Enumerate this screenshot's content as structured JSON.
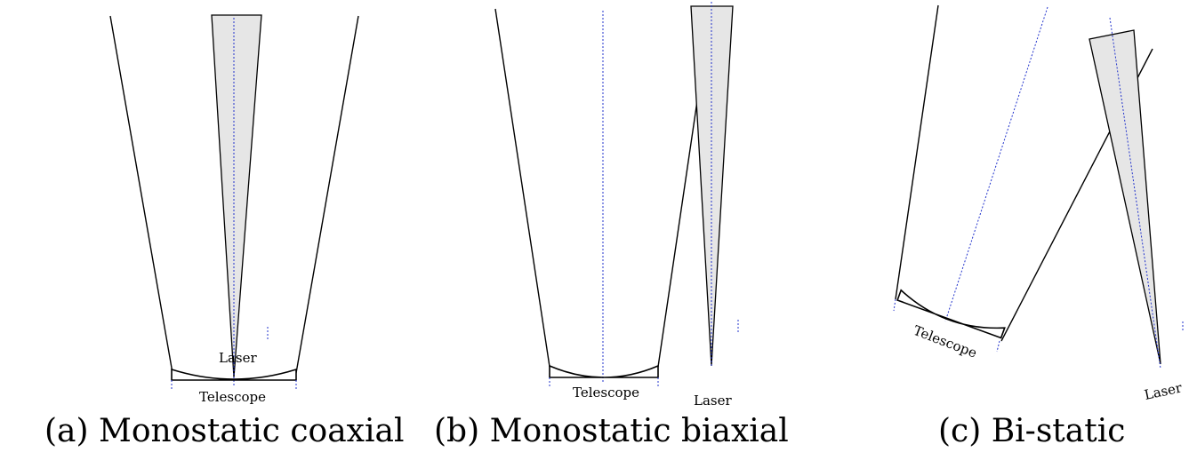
{
  "panels": {
    "a": {
      "caption": "(a) Monostatic coaxial",
      "laser_label": "Laser",
      "telescope_label": "Telescope"
    },
    "b": {
      "caption": "(b) Monostatic biaxial",
      "laser_label": "Laser",
      "telescope_label": "Telescope"
    },
    "c": {
      "caption": "(c) Bi-static",
      "laser_label": "Laser",
      "telescope_label": "Telescope"
    }
  },
  "colors": {
    "beam_fill": "#e6e6e6",
    "axis_line": "#2233cc",
    "outline": "#000000"
  }
}
